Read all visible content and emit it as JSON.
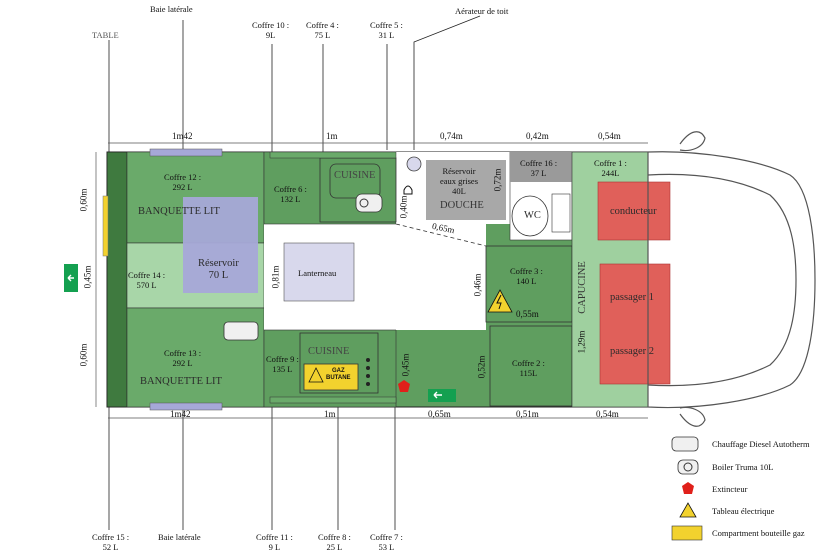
{
  "top_labels": {
    "baie_laterale": "Baie latérale",
    "coffre10": [
      "Coffre 10 :",
      "9L"
    ],
    "coffre4": [
      "Coffre 4 :",
      "75 L"
    ],
    "coffre5": [
      "Coffre 5 :",
      "31 L"
    ],
    "aerateur": "Aérateur de toit",
    "table": "TABLE"
  },
  "bottom_labels": {
    "coffre15": [
      "Coffre 15 :",
      "52 L"
    ],
    "baie_laterale": "Baie latérale",
    "coffre11": [
      "Coffre 11 :",
      "9 L"
    ],
    "coffre8": [
      "Coffre 8 :",
      "25 L"
    ],
    "coffre7": [
      "Coffre 7 :",
      "53 L"
    ]
  },
  "dims_top": [
    "1m42",
    "1m",
    "0,74m",
    "0,42m",
    "0,54m"
  ],
  "dims_bottom": [
    "1m42",
    "1m",
    "0,65m",
    "0,51m",
    "0,54m"
  ],
  "dims_left": [
    "0,60m",
    "0,45m",
    "0,60m"
  ],
  "dims_inner": {
    "d081": "0,81m",
    "d040": "0,40m",
    "d072": "0,72m",
    "d065": "0,65m",
    "d046": "0,46m",
    "d055": "0,55m",
    "d052": "0,52m",
    "d045": "0,45m",
    "d129": "1,29m"
  },
  "compartments": {
    "coffre12": [
      "Coffre 12 :",
      "292 L"
    ],
    "banquette_top": "BANQUETTE LIT",
    "coffre14": [
      "Coffre 14 :",
      "570 L"
    ],
    "reservoir": [
      "Réservoir",
      "70 L"
    ],
    "coffre13": [
      "Coffre 13 :",
      "292 L"
    ],
    "banquette_bottom": "BANQUETTE LIT",
    "coffre6": [
      "Coffre 6 :",
      "132 L"
    ],
    "cuisine_top": "CUISINE",
    "lanterneau": "Lanterneau",
    "coffre9": [
      "Coffre 9 :",
      "135 L"
    ],
    "cuisine_bottom": "CUISINE",
    "gaz": [
      "GAZ",
      "BUTANE"
    ],
    "reservoir_gris": [
      "Réservoir",
      "eaux grises",
      "40L"
    ],
    "douche": "DOUCHE",
    "coffre16": [
      "Coffre 16 :",
      "37 L"
    ],
    "wc": "WC",
    "coffre3": [
      "Coffre 3 :",
      "140 L"
    ],
    "coffre2": [
      "Coffre 2 :",
      "115L"
    ],
    "coffre1": [
      "Coffre 1 :",
      "244L"
    ],
    "capucine": "CAPUCINE",
    "conducteur": "conducteur",
    "passager1": "passager 1",
    "passager2": "passager 2"
  },
  "legend": [
    {
      "icon": "heater-icon",
      "label": "Chauffage Diesel Autotherm"
    },
    {
      "icon": "boiler-icon",
      "label": "Boiler Truma 10L"
    },
    {
      "icon": "extinguisher-icon",
      "label": "Extincteur"
    },
    {
      "icon": "electric-panel-icon",
      "label": "Tableau électrique"
    },
    {
      "icon": "gas-compartment-icon",
      "label": "Compartment bouteille gaz"
    }
  ],
  "colors": {
    "green_dark": "#3f7a3f",
    "green_mid": "#5f9e5f",
    "green_light": "#9fd09f",
    "blue": "#a6a8d8",
    "grey": "#a8a8a8",
    "red": "#e0605a",
    "yellow": "#f2d22e"
  }
}
